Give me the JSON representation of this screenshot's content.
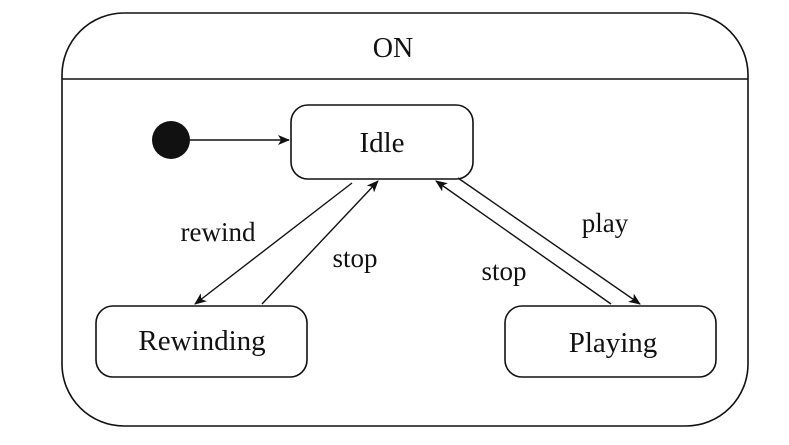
{
  "composite_state": {
    "name": "ON"
  },
  "states": {
    "idle": "Idle",
    "rewinding": "Rewinding",
    "playing": "Playing"
  },
  "transitions": {
    "rewind": "rewind",
    "stop_from_rewinding": "stop",
    "play": "play",
    "stop_from_playing": "stop"
  }
}
